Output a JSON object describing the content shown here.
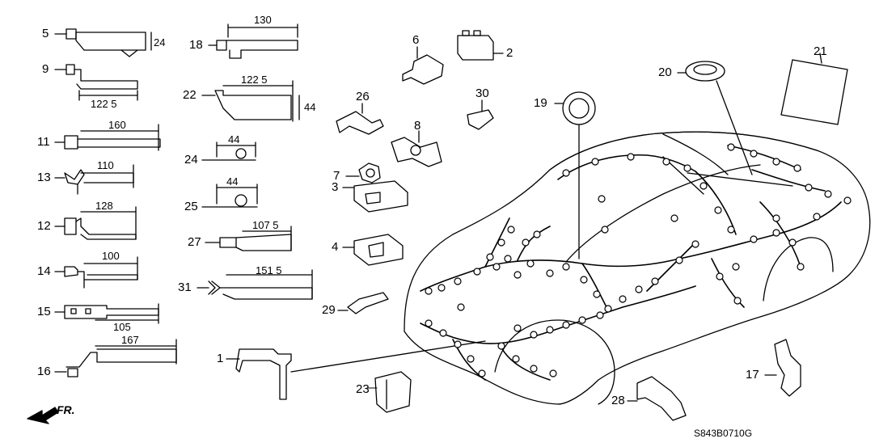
{
  "callouts": {
    "c1": "1",
    "c2": "2",
    "c3": "3",
    "c4": "4",
    "c5": "5",
    "c6": "6",
    "c7": "7",
    "c8": "8",
    "c9": "9",
    "c11": "11",
    "c12": "12",
    "c13": "13",
    "c14": "14",
    "c15": "15",
    "c16": "16",
    "c17": "17",
    "c18": "18",
    "c19": "19",
    "c20": "20",
    "c21": "21",
    "c22": "22",
    "c23": "23",
    "c24": "24",
    "c25": "25",
    "c26": "26",
    "c27": "27",
    "c28": "28",
    "c29": "29",
    "c30": "30",
    "c31": "31"
  },
  "dimensions": {
    "d5": "24",
    "d9": "122 5",
    "d11": "160",
    "d13": "110",
    "d12": "128",
    "d14": "100",
    "d15": "105",
    "d16": "167",
    "d18": "130",
    "d22w": "122 5",
    "d22h": "44",
    "d24": "44",
    "d25": "44",
    "d27": "107 5",
    "d31": "151 5"
  },
  "direction_label": "FR.",
  "diagram_code": "S843B0710G",
  "colors": {
    "line": "#000000",
    "background": "#ffffff"
  }
}
